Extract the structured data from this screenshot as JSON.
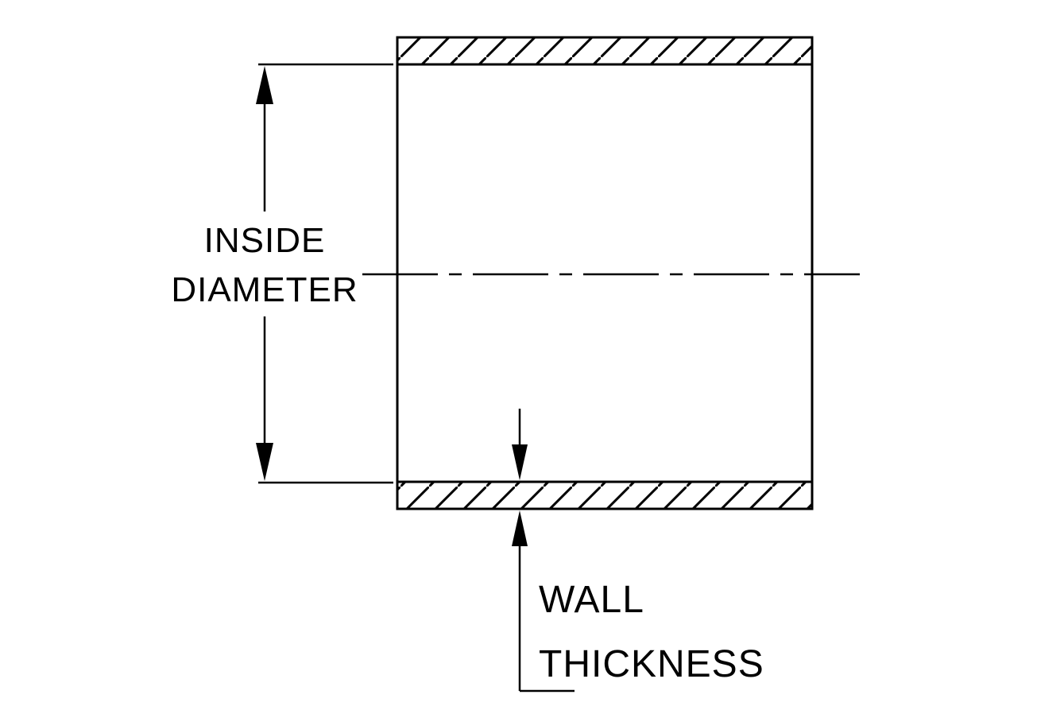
{
  "colors": {
    "line": "#000000",
    "background": "#ffffff"
  },
  "labels": {
    "inside_diameter": {
      "line1": "INSIDE",
      "line2": "DIAMETER"
    },
    "wall_thickness": {
      "line1": "WALL",
      "line2": "THICKNESS"
    }
  }
}
